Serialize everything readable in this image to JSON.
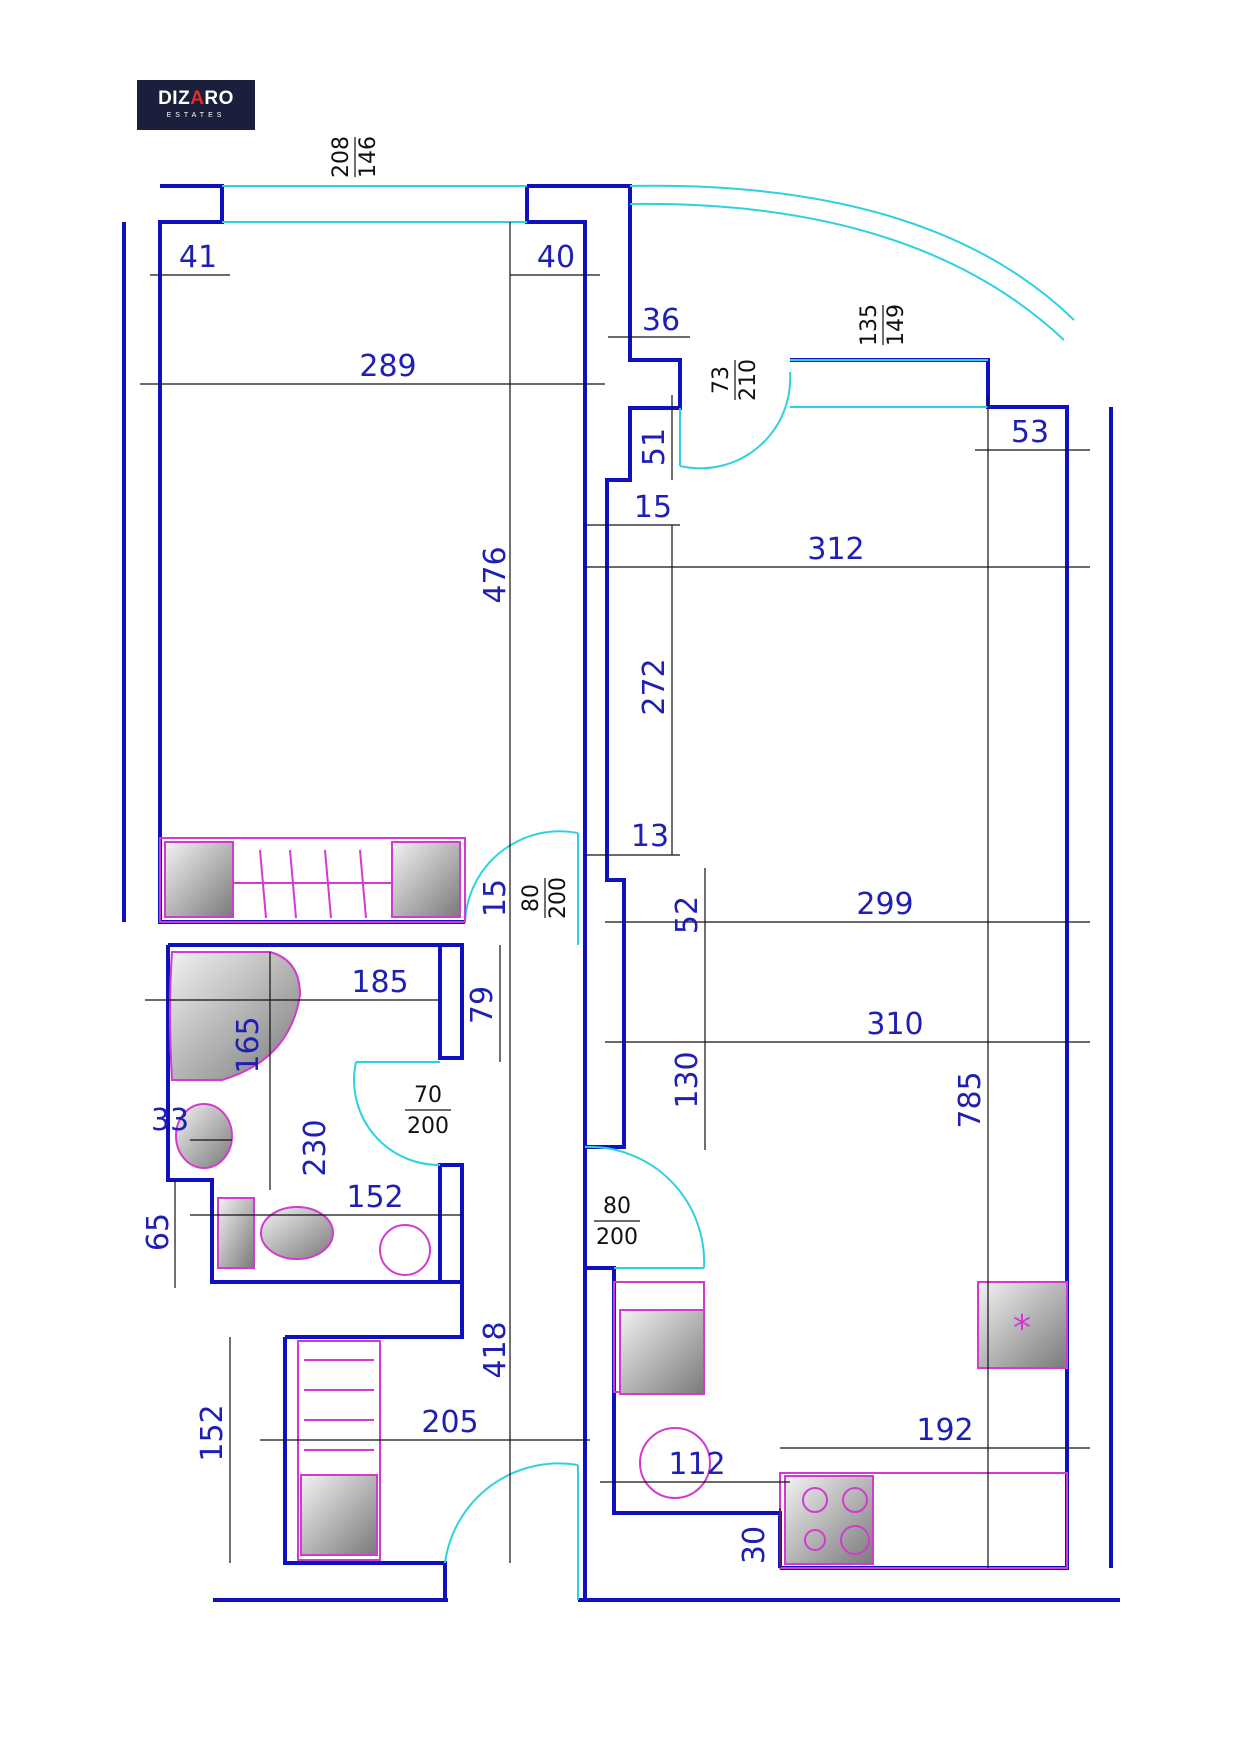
{
  "logo": {
    "brand_pre": "DIZ",
    "brand_accent": "A",
    "brand_post": "RO",
    "sub": "ESTATES"
  },
  "colors": {
    "wall": "#1010c0",
    "opening": "#2ed1e0",
    "furniture": "#d23ad2",
    "dimension": "#1f1fb4",
    "logo_bg": "#1b1f3b",
    "logo_accent": "#e32b2b"
  },
  "dimensions": {
    "d41": "41",
    "d40": "40",
    "d289": "289",
    "d476": "476",
    "d36": "36",
    "d51": "51",
    "d15a": "15",
    "d312": "312",
    "d272": "272",
    "d13": "13",
    "d52": "52",
    "d299": "299",
    "d310": "310",
    "d785": "785",
    "d130": "130",
    "d53": "53",
    "d15b": "15",
    "d79": "79",
    "d185": "185",
    "d165": "165",
    "d33": "33",
    "d230": "230",
    "d152a": "152",
    "d65": "65",
    "d418": "418",
    "d152b": "152",
    "d205": "205",
    "d112": "112",
    "d192": "192",
    "d30": "30"
  },
  "openings": {
    "window_top": [
      "208",
      "146"
    ],
    "balcony_door": [
      "73",
      "210"
    ],
    "balcony_window": [
      "135",
      "149"
    ],
    "door_room": [
      "80",
      "200"
    ],
    "door_bath": [
      "70",
      "200"
    ],
    "door_kitchen": [
      "80",
      "200"
    ]
  }
}
